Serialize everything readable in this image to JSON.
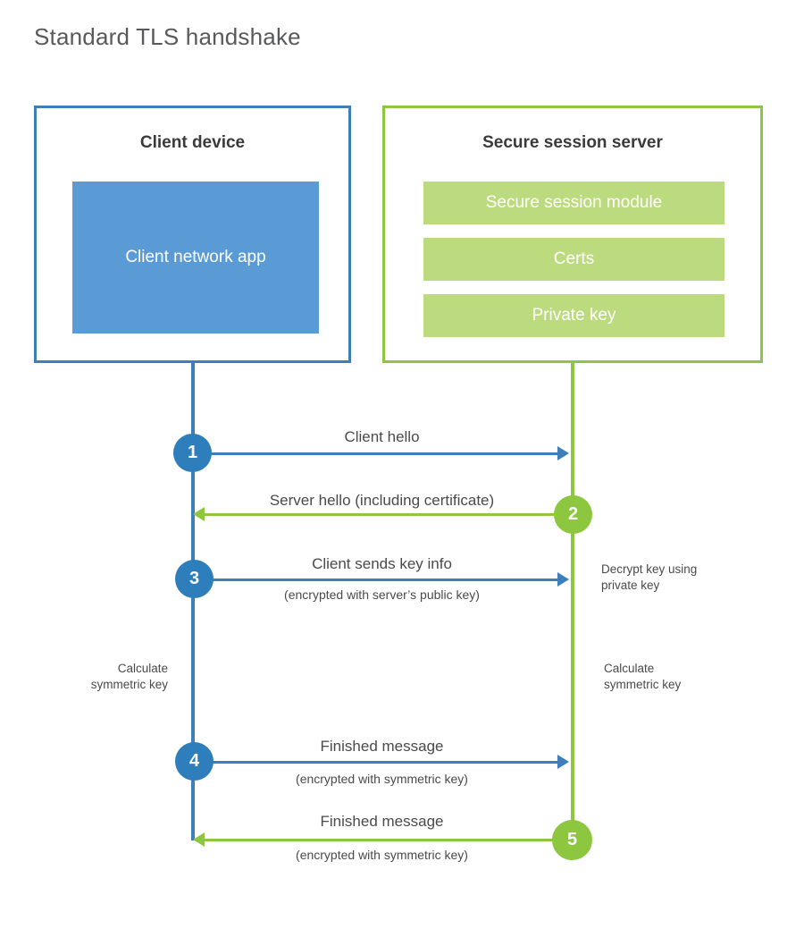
{
  "page": {
    "title": "Standard TLS handshake"
  },
  "colors": {
    "client_border": "#3d7ebb",
    "client_fill": "#5b9bd5",
    "client_accent": "#2e7ebb",
    "server_border": "#8dc63f",
    "server_fill": "#bcdb7e",
    "server_accent": "#8dc63f",
    "text": "#4a4a4c",
    "title_text": "#58595b"
  },
  "actors": {
    "client": {
      "title": "Client device",
      "components": [
        {
          "label": "Client network app"
        }
      ]
    },
    "server": {
      "title": "Secure session server",
      "components": [
        {
          "label": "Secure session module"
        },
        {
          "label": "Certs"
        },
        {
          "label": "Private key"
        }
      ]
    }
  },
  "steps": [
    {
      "number": "1",
      "label": "Client hello",
      "sublabel": "",
      "direction": "client-to-server",
      "color": "blue"
    },
    {
      "number": "2",
      "label": "Server hello (including certificate)",
      "sublabel": "",
      "direction": "server-to-client",
      "color": "green"
    },
    {
      "number": "3",
      "label": "Client sends key info",
      "sublabel": "(encrypted with server’s public key)",
      "direction": "client-to-server",
      "color": "blue"
    },
    {
      "number": "4",
      "label": "Finished message",
      "sublabel": "(encrypted with symmetric key)",
      "direction": "client-to-server",
      "color": "blue"
    },
    {
      "number": "5",
      "label": "Finished message",
      "sublabel": "(encrypted with symmetric key)",
      "direction": "server-to-client",
      "color": "green"
    }
  ],
  "notes": {
    "decrypt_key": "Decrypt key using\nprivate key",
    "client_calculate": "Calculate\nsymmetric key",
    "server_calculate": "Calculate\nsymmetric key"
  }
}
